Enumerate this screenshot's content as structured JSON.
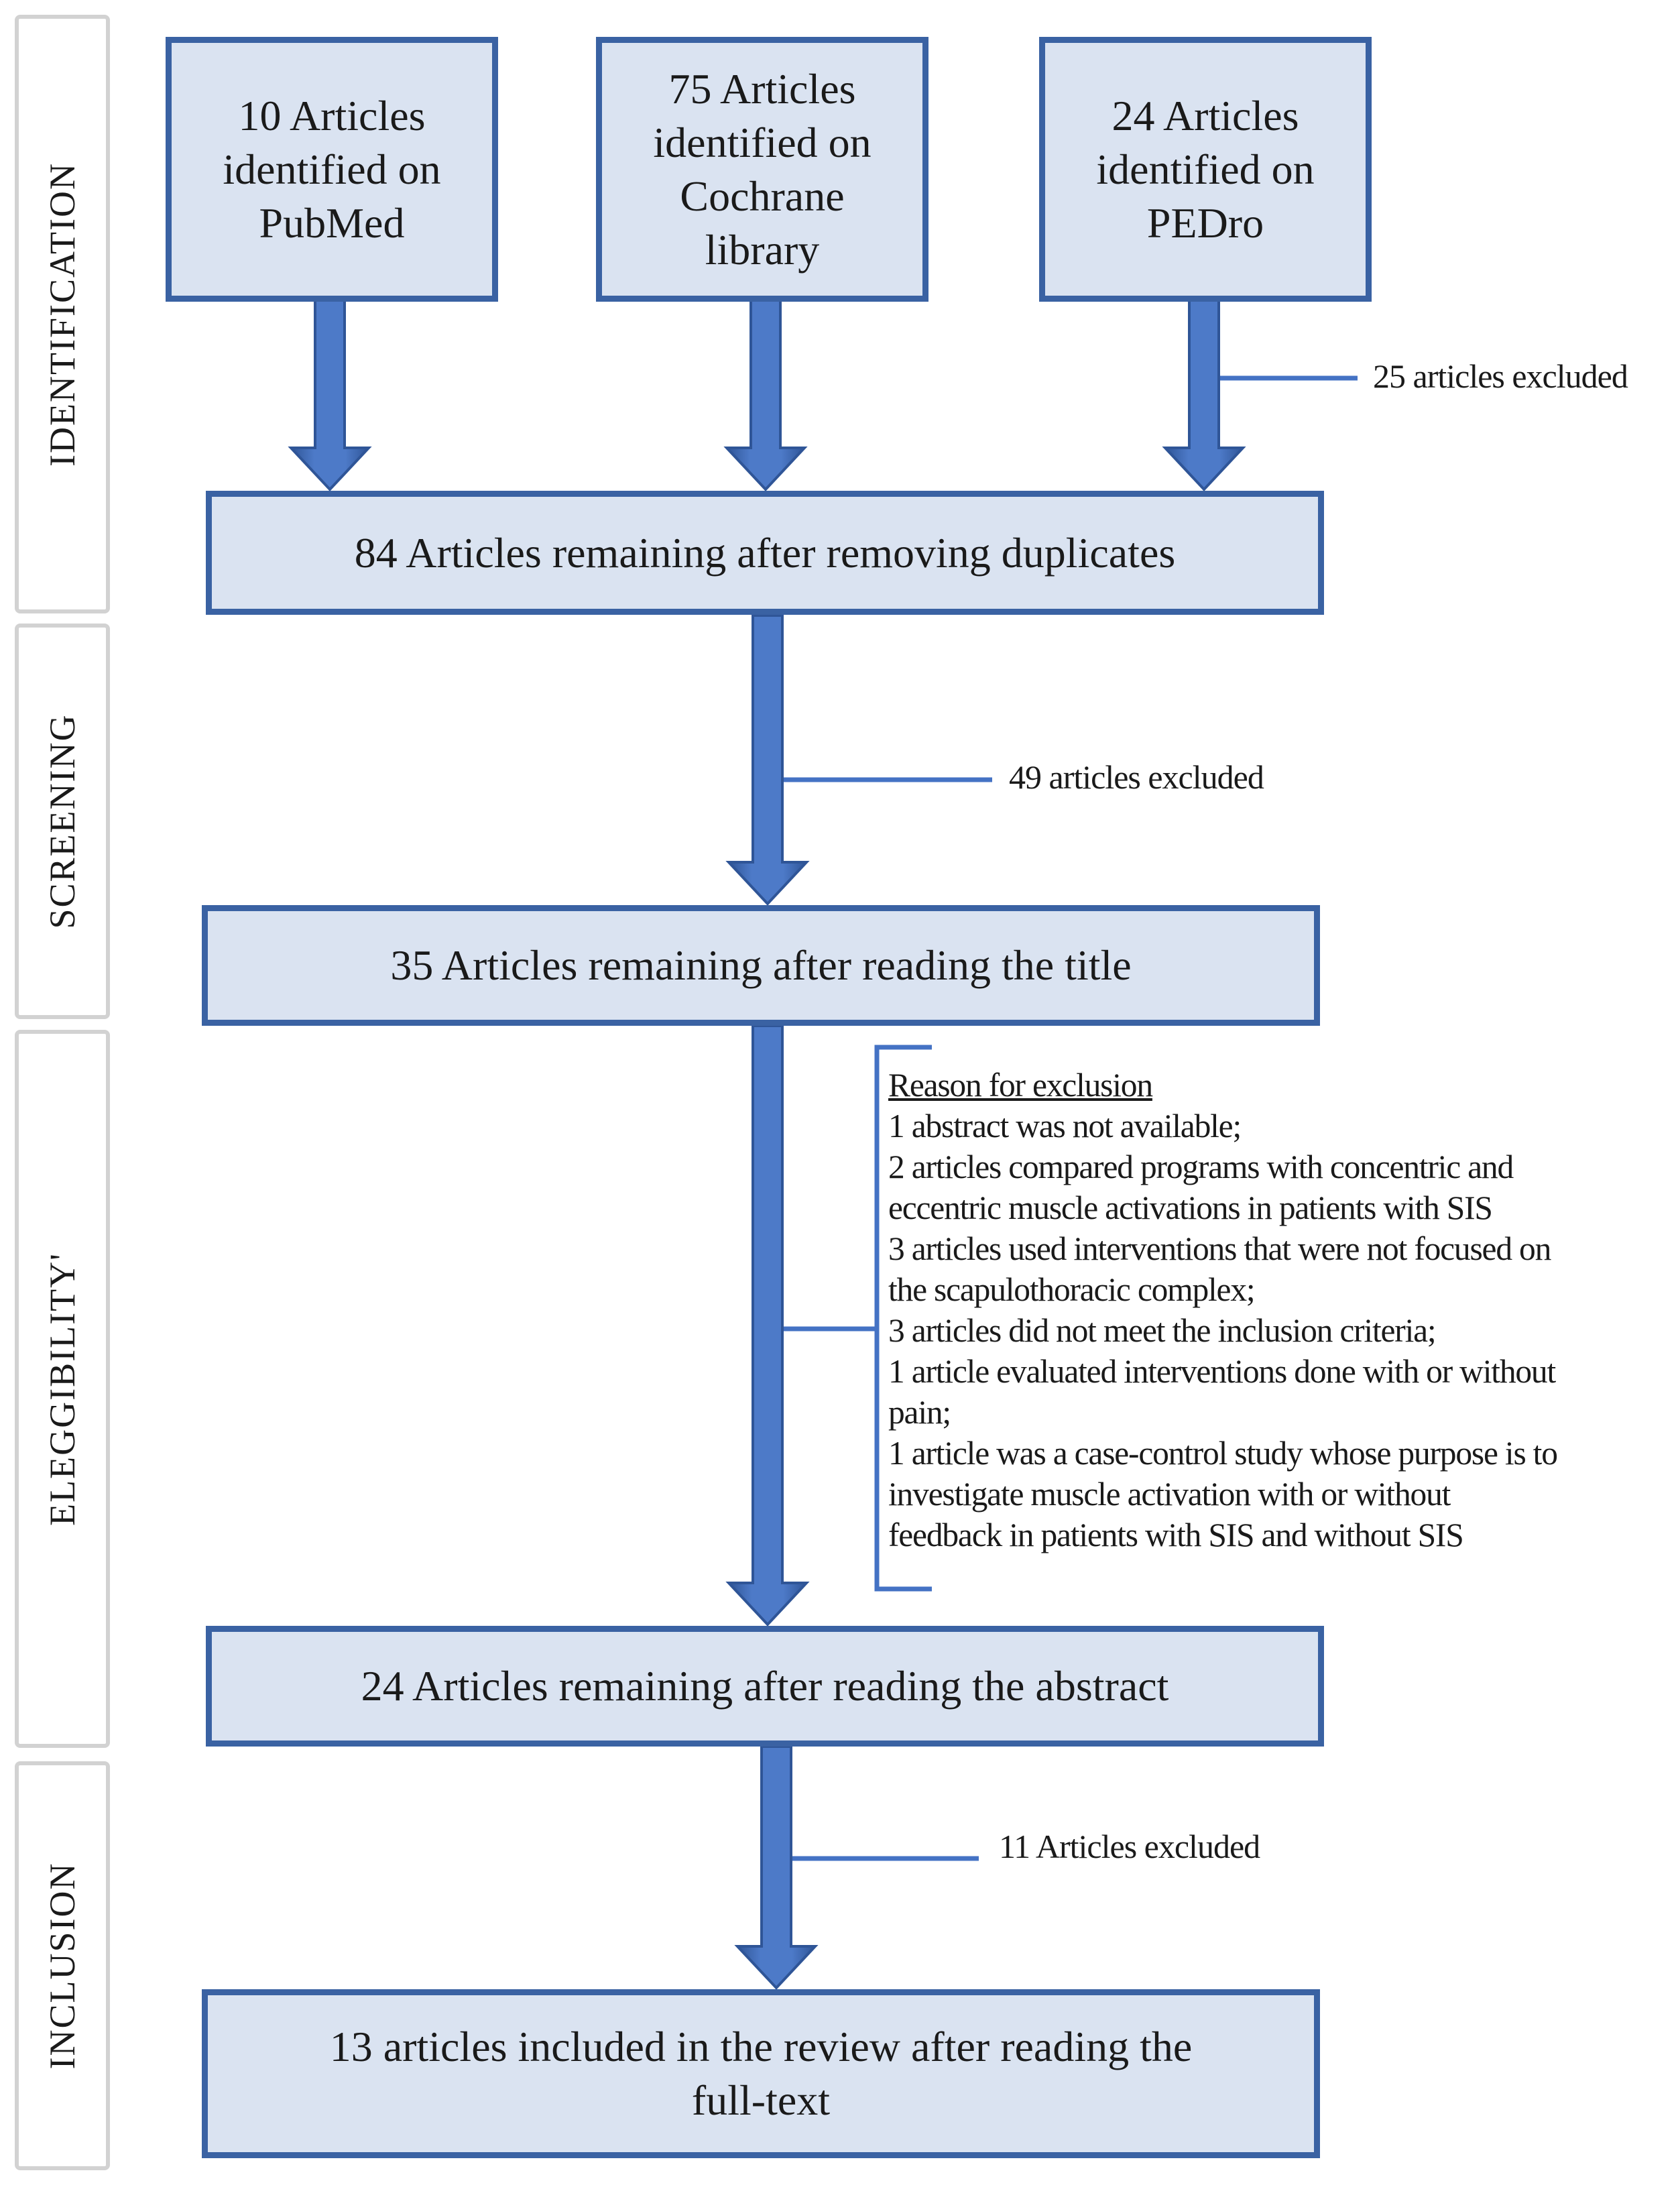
{
  "phases": [
    "IDENTIFICATION",
    "SCREENING",
    "ELEGGIBILITY'",
    "INCLUSION"
  ],
  "sources": [
    {
      "lines": [
        "10 Articles",
        "identified on",
        "PubMed"
      ]
    },
    {
      "lines": [
        "75 Articles",
        "identified on",
        "Cochrane",
        "library"
      ]
    },
    {
      "lines": [
        "24 Articles",
        "identified on",
        "PEDro"
      ]
    }
  ],
  "steps": {
    "duplicates": "84 Articles remaining after removing duplicates",
    "title": "35 Articles remaining after reading the title",
    "abstract": "24 Articles remaining after reading the abstract",
    "included": [
      "13 articles included in the review after reading the",
      "full-text"
    ]
  },
  "exclusions": {
    "duplicates": "25 articles excluded",
    "title": "49 articles excluded",
    "fulltext": "11 Articles excluded"
  },
  "reasons": {
    "title": "Reason for exclusion",
    "lines": [
      "1 abstract was not available;",
      "2 articles compared programs with concentric and",
      "eccentric muscle activations in patients with SIS",
      "3 articles used interventions that were not focused on",
      "the scapulothoracic complex;",
      "3 articles did not meet the inclusion criteria;",
      "1 article evaluated interventions done with or without",
      "pain;",
      "1 article was a case-control study whose purpose is to",
      "investigate muscle activation with or without",
      "feedback in patients with SIS and without SIS"
    ]
  },
  "colors": {
    "box_border": "#3a62a3",
    "box_fill": "#dae3f1",
    "arrow": "#4472c4",
    "arrow_edge": "#2f5597",
    "phase_border": "#d2d2d2"
  }
}
